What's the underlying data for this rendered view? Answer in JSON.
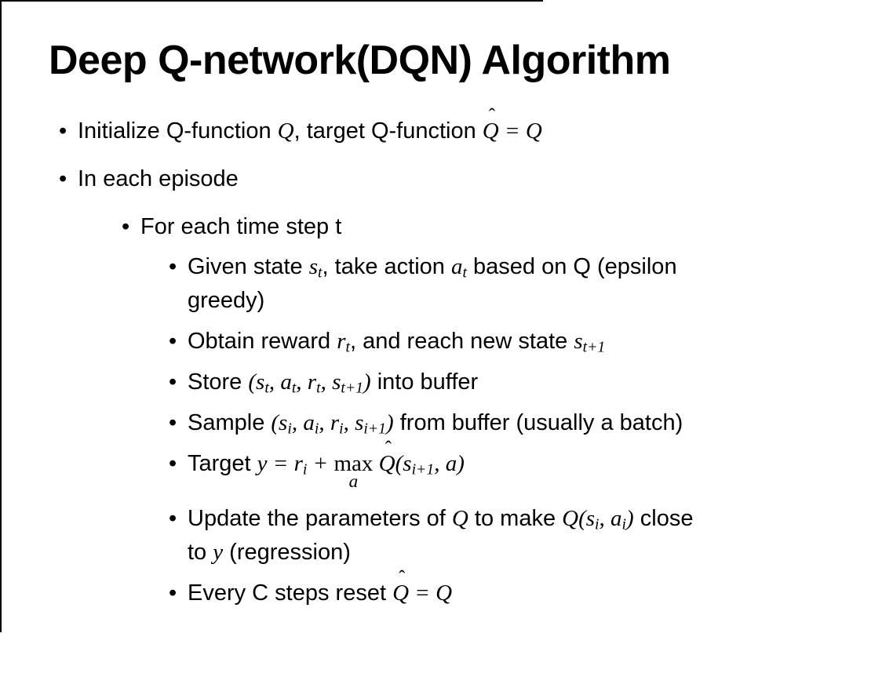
{
  "page": {
    "background": "#ffffff",
    "frame_color": "#000000",
    "text_color": "#000000"
  },
  "bullet_char": "•",
  "hat_char": "ˆ",
  "title": "Deep Q-network(DQN) Algorithm",
  "bullets": [
    {
      "level": 1,
      "segments": [
        {
          "t": "text",
          "v": "Initialize Q-function "
        },
        {
          "t": "math",
          "v": "Q"
        },
        {
          "t": "text",
          "v": ", target Q-function "
        },
        {
          "t": "hat",
          "v": "Q"
        },
        {
          "t": "math",
          "v": " = Q"
        }
      ]
    },
    {
      "level": 1,
      "segments": [
        {
          "t": "text",
          "v": "In each episode"
        }
      ]
    },
    {
      "level": 2,
      "segments": [
        {
          "t": "text",
          "v": "For each time step t"
        }
      ]
    },
    {
      "level": 3,
      "segments": [
        {
          "t": "text",
          "v": "Given state "
        },
        {
          "t": "math",
          "v": "s"
        },
        {
          "t": "sub",
          "v": "t"
        },
        {
          "t": "text",
          "v": ", take action "
        },
        {
          "t": "math",
          "v": "a"
        },
        {
          "t": "sub",
          "v": "t"
        },
        {
          "t": "text",
          "v": " based on Q (epsilon"
        },
        {
          "t": "br"
        },
        {
          "t": "text",
          "v": "greedy)"
        }
      ]
    },
    {
      "level": 3,
      "segments": [
        {
          "t": "text",
          "v": "Obtain reward "
        },
        {
          "t": "math",
          "v": "r"
        },
        {
          "t": "sub",
          "v": "t"
        },
        {
          "t": "text",
          "v": ", and reach new state "
        },
        {
          "t": "math",
          "v": "s"
        },
        {
          "t": "sub",
          "v": "t+1"
        }
      ]
    },
    {
      "level": 3,
      "segments": [
        {
          "t": "text",
          "v": "Store "
        },
        {
          "t": "math",
          "v": "(s"
        },
        {
          "t": "sub",
          "v": "t"
        },
        {
          "t": "math",
          "v": ", a"
        },
        {
          "t": "sub",
          "v": "t"
        },
        {
          "t": "math",
          "v": ", r"
        },
        {
          "t": "sub",
          "v": "t"
        },
        {
          "t": "math",
          "v": ", s"
        },
        {
          "t": "sub",
          "v": "t+1"
        },
        {
          "t": "math",
          "v": ")"
        },
        {
          "t": "text",
          "v": " into buffer"
        }
      ]
    },
    {
      "level": 3,
      "segments": [
        {
          "t": "text",
          "v": "Sample "
        },
        {
          "t": "math",
          "v": "(s"
        },
        {
          "t": "sub",
          "v": "i"
        },
        {
          "t": "math",
          "v": ", a"
        },
        {
          "t": "sub",
          "v": "i"
        },
        {
          "t": "math",
          "v": ", r"
        },
        {
          "t": "sub",
          "v": "i"
        },
        {
          "t": "math",
          "v": ", s"
        },
        {
          "t": "sub",
          "v": "i+1"
        },
        {
          "t": "math",
          "v": ")"
        },
        {
          "t": "text",
          "v": " from buffer (usually a batch)"
        }
      ]
    },
    {
      "level": 3,
      "segments": [
        {
          "t": "text",
          "v": "Target "
        },
        {
          "t": "math",
          "v": "y = r"
        },
        {
          "t": "sub",
          "v": "i"
        },
        {
          "t": "math",
          "v": " + "
        },
        {
          "t": "limop",
          "v": "max",
          "under": "a"
        },
        {
          "t": "math",
          "v": " "
        },
        {
          "t": "hat",
          "v": "Q"
        },
        {
          "t": "math",
          "v": "(s"
        },
        {
          "t": "sub",
          "v": "i+1"
        },
        {
          "t": "math",
          "v": ", a)"
        }
      ]
    },
    {
      "level": 3,
      "segments": [
        {
          "t": "text",
          "v": "Update the parameters of "
        },
        {
          "t": "math",
          "v": "Q"
        },
        {
          "t": "text",
          "v": " to make "
        },
        {
          "t": "math",
          "v": "Q(s"
        },
        {
          "t": "sub",
          "v": "i"
        },
        {
          "t": "math",
          "v": ", a"
        },
        {
          "t": "sub",
          "v": "i"
        },
        {
          "t": "math",
          "v": ")"
        },
        {
          "t": "text",
          "v": " close"
        },
        {
          "t": "br"
        },
        {
          "t": "text",
          "v": "to "
        },
        {
          "t": "math",
          "v": "y"
        },
        {
          "t": "text",
          "v": " (regression)"
        }
      ]
    },
    {
      "level": 3,
      "segments": [
        {
          "t": "text",
          "v": "Every C steps reset "
        },
        {
          "t": "hat",
          "v": "Q"
        },
        {
          "t": "math",
          "v": " = Q"
        }
      ]
    }
  ]
}
